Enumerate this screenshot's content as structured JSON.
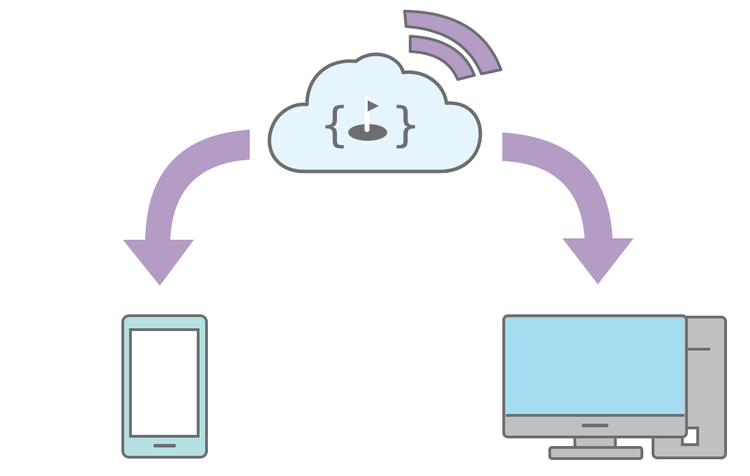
{
  "diagram": {
    "nodes": [
      {
        "id": "cloud",
        "icon": "cloud-icon",
        "glyph": "golf-flag-in-braces"
      },
      {
        "id": "phone",
        "icon": "smartphone-icon"
      },
      {
        "id": "desktop",
        "icon": "desktop-computer-icon"
      }
    ],
    "edges": [
      {
        "from": "cloud",
        "to": "phone"
      },
      {
        "from": "cloud",
        "to": "desktop"
      }
    ],
    "signal": {
      "icon": "wireless-signal-icon",
      "arcs": 2
    }
  },
  "colors": {
    "arrow": "#b49cc5",
    "stroke": "#6d6e70",
    "cloud_fill": "#e6f5fc",
    "phone_body": "#b5e0e1",
    "monitor_screen": "#a5dcef",
    "device_gray": "#bfc0c2",
    "background": "#ffffff"
  }
}
